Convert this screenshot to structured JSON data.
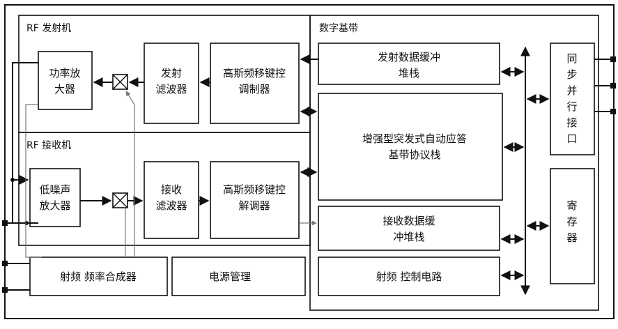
{
  "panels": {
    "outer": "",
    "rf_tx": "RF 发射机",
    "rf_rx": "RF 接收机",
    "baseband": "数字基带"
  },
  "blocks": {
    "pa": [
      "功率放",
      "大器"
    ],
    "tx_filter": [
      "发射",
      "滤波器"
    ],
    "gfsk_mod": [
      "高斯频移键控",
      "调制器"
    ],
    "lna": [
      "低噪声",
      "放大器"
    ],
    "rx_filter": [
      "接收",
      "滤波器"
    ],
    "gfsk_demod": [
      "高斯频移键控",
      "解调器"
    ],
    "synth": [
      "射频 频率合成器"
    ],
    "power": [
      "电源管理"
    ],
    "tx_buffer": [
      "发射数据缓冲",
      "堆栈"
    ],
    "protocol": [
      "增强型突发式自动应答",
      "基带协议栈"
    ],
    "rx_buffer": [
      "接收数据缓",
      "冲堆栈"
    ],
    "rf_ctrl": [
      "射频 控制电路"
    ],
    "spi": [
      "同",
      "步",
      "并",
      "行",
      "接",
      "口"
    ],
    "registers": [
      "寄",
      "存",
      "器"
    ]
  }
}
